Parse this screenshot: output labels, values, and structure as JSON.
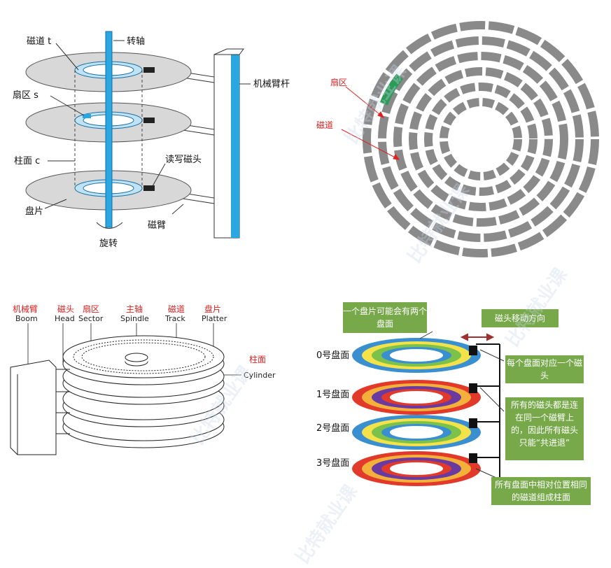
{
  "panel1": {
    "spindle": "转轴",
    "track": "磁道 t",
    "sector": "扇区 s",
    "cylinder": "柱面 c",
    "rw_head": "读写磁头",
    "platter": "盘片",
    "arm": "磁臂",
    "rotate": "旋转",
    "boom": "机械臂杆"
  },
  "panel2": {
    "sector": "扇区",
    "track": "磁道"
  },
  "panel3": {
    "boom_cn": "机械臂",
    "boom_en": "Boom",
    "head_cn": "磁头",
    "head_en": "Head",
    "sector_cn": "扇区",
    "sector_en": "Sector",
    "spindle_cn": "主轴",
    "spindle_en": "Spindle",
    "track_cn": "磁道",
    "track_en": "Track",
    "platter_cn": "盘片",
    "platter_en": "Platter",
    "cylinder_cn": "柱面",
    "cylinder_en": "Cylinder"
  },
  "panel4": {
    "callout_top": "一个盘片可能会有两个盘面",
    "callout_move": "磁头移动方向",
    "callout_each": "每个盘面对应一个磁头",
    "callout_all": "所有的磁头都是连在同一个磁臂上的，因此所有磁头只能“共进退”",
    "callout_cyl": "所有盘面中相对位置相同的磁道组成柱面",
    "surfaces": [
      "0号盘面",
      "1号盘面",
      "2号盘面",
      "3号盘面"
    ]
  },
  "watermark": "比特就业课",
  "colors": {
    "callout_green": "#77a94a",
    "highlight_sector": "#2e9a5a",
    "arrow_red": "#e02020",
    "spindle_blue": "#2aa6e0"
  }
}
